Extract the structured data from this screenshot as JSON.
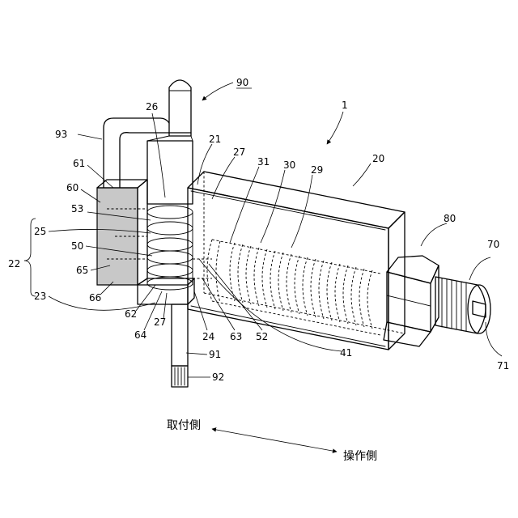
{
  "labels": {
    "l90": "90",
    "l1": "1",
    "l26": "26",
    "l93": "93",
    "l21": "21",
    "l27a": "27",
    "l31": "31",
    "l30": "30",
    "l29": "29",
    "l20": "20",
    "l61": "61",
    "l60": "60",
    "l53": "53",
    "l25": "25",
    "l50": "50",
    "l22": "22",
    "l65": "65",
    "l23": "23",
    "l66": "66",
    "l62": "62",
    "l64": "64",
    "l27b": "27",
    "l24": "24",
    "l63": "63",
    "l52": "52",
    "l41": "41",
    "l91": "91",
    "l92": "92",
    "l80": "80",
    "l70": "70",
    "l71": "71"
  },
  "directions": {
    "mount_side": "取付側",
    "operation_side": "操作側"
  },
  "colors": {
    "line": "#000000",
    "hatch": "#c8c8c8",
    "background": "#ffffff"
  }
}
